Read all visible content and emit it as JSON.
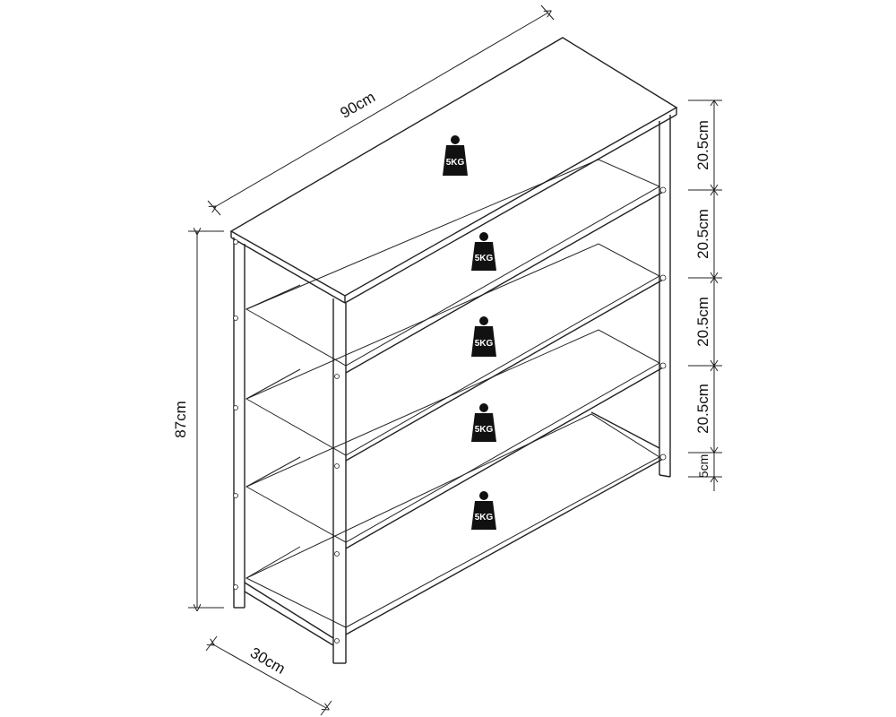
{
  "dimensions": {
    "width": "90cm",
    "height": "87cm",
    "depth": "30cm",
    "tier_spacing": [
      "20.5cm",
      "20.5cm",
      "20.5cm",
      "20.5cm",
      "5cm"
    ]
  },
  "load_badges": [
    "5KG",
    "5KG",
    "5KG",
    "5KG",
    "5KG"
  ],
  "icons": {
    "weight": "weight-icon"
  }
}
